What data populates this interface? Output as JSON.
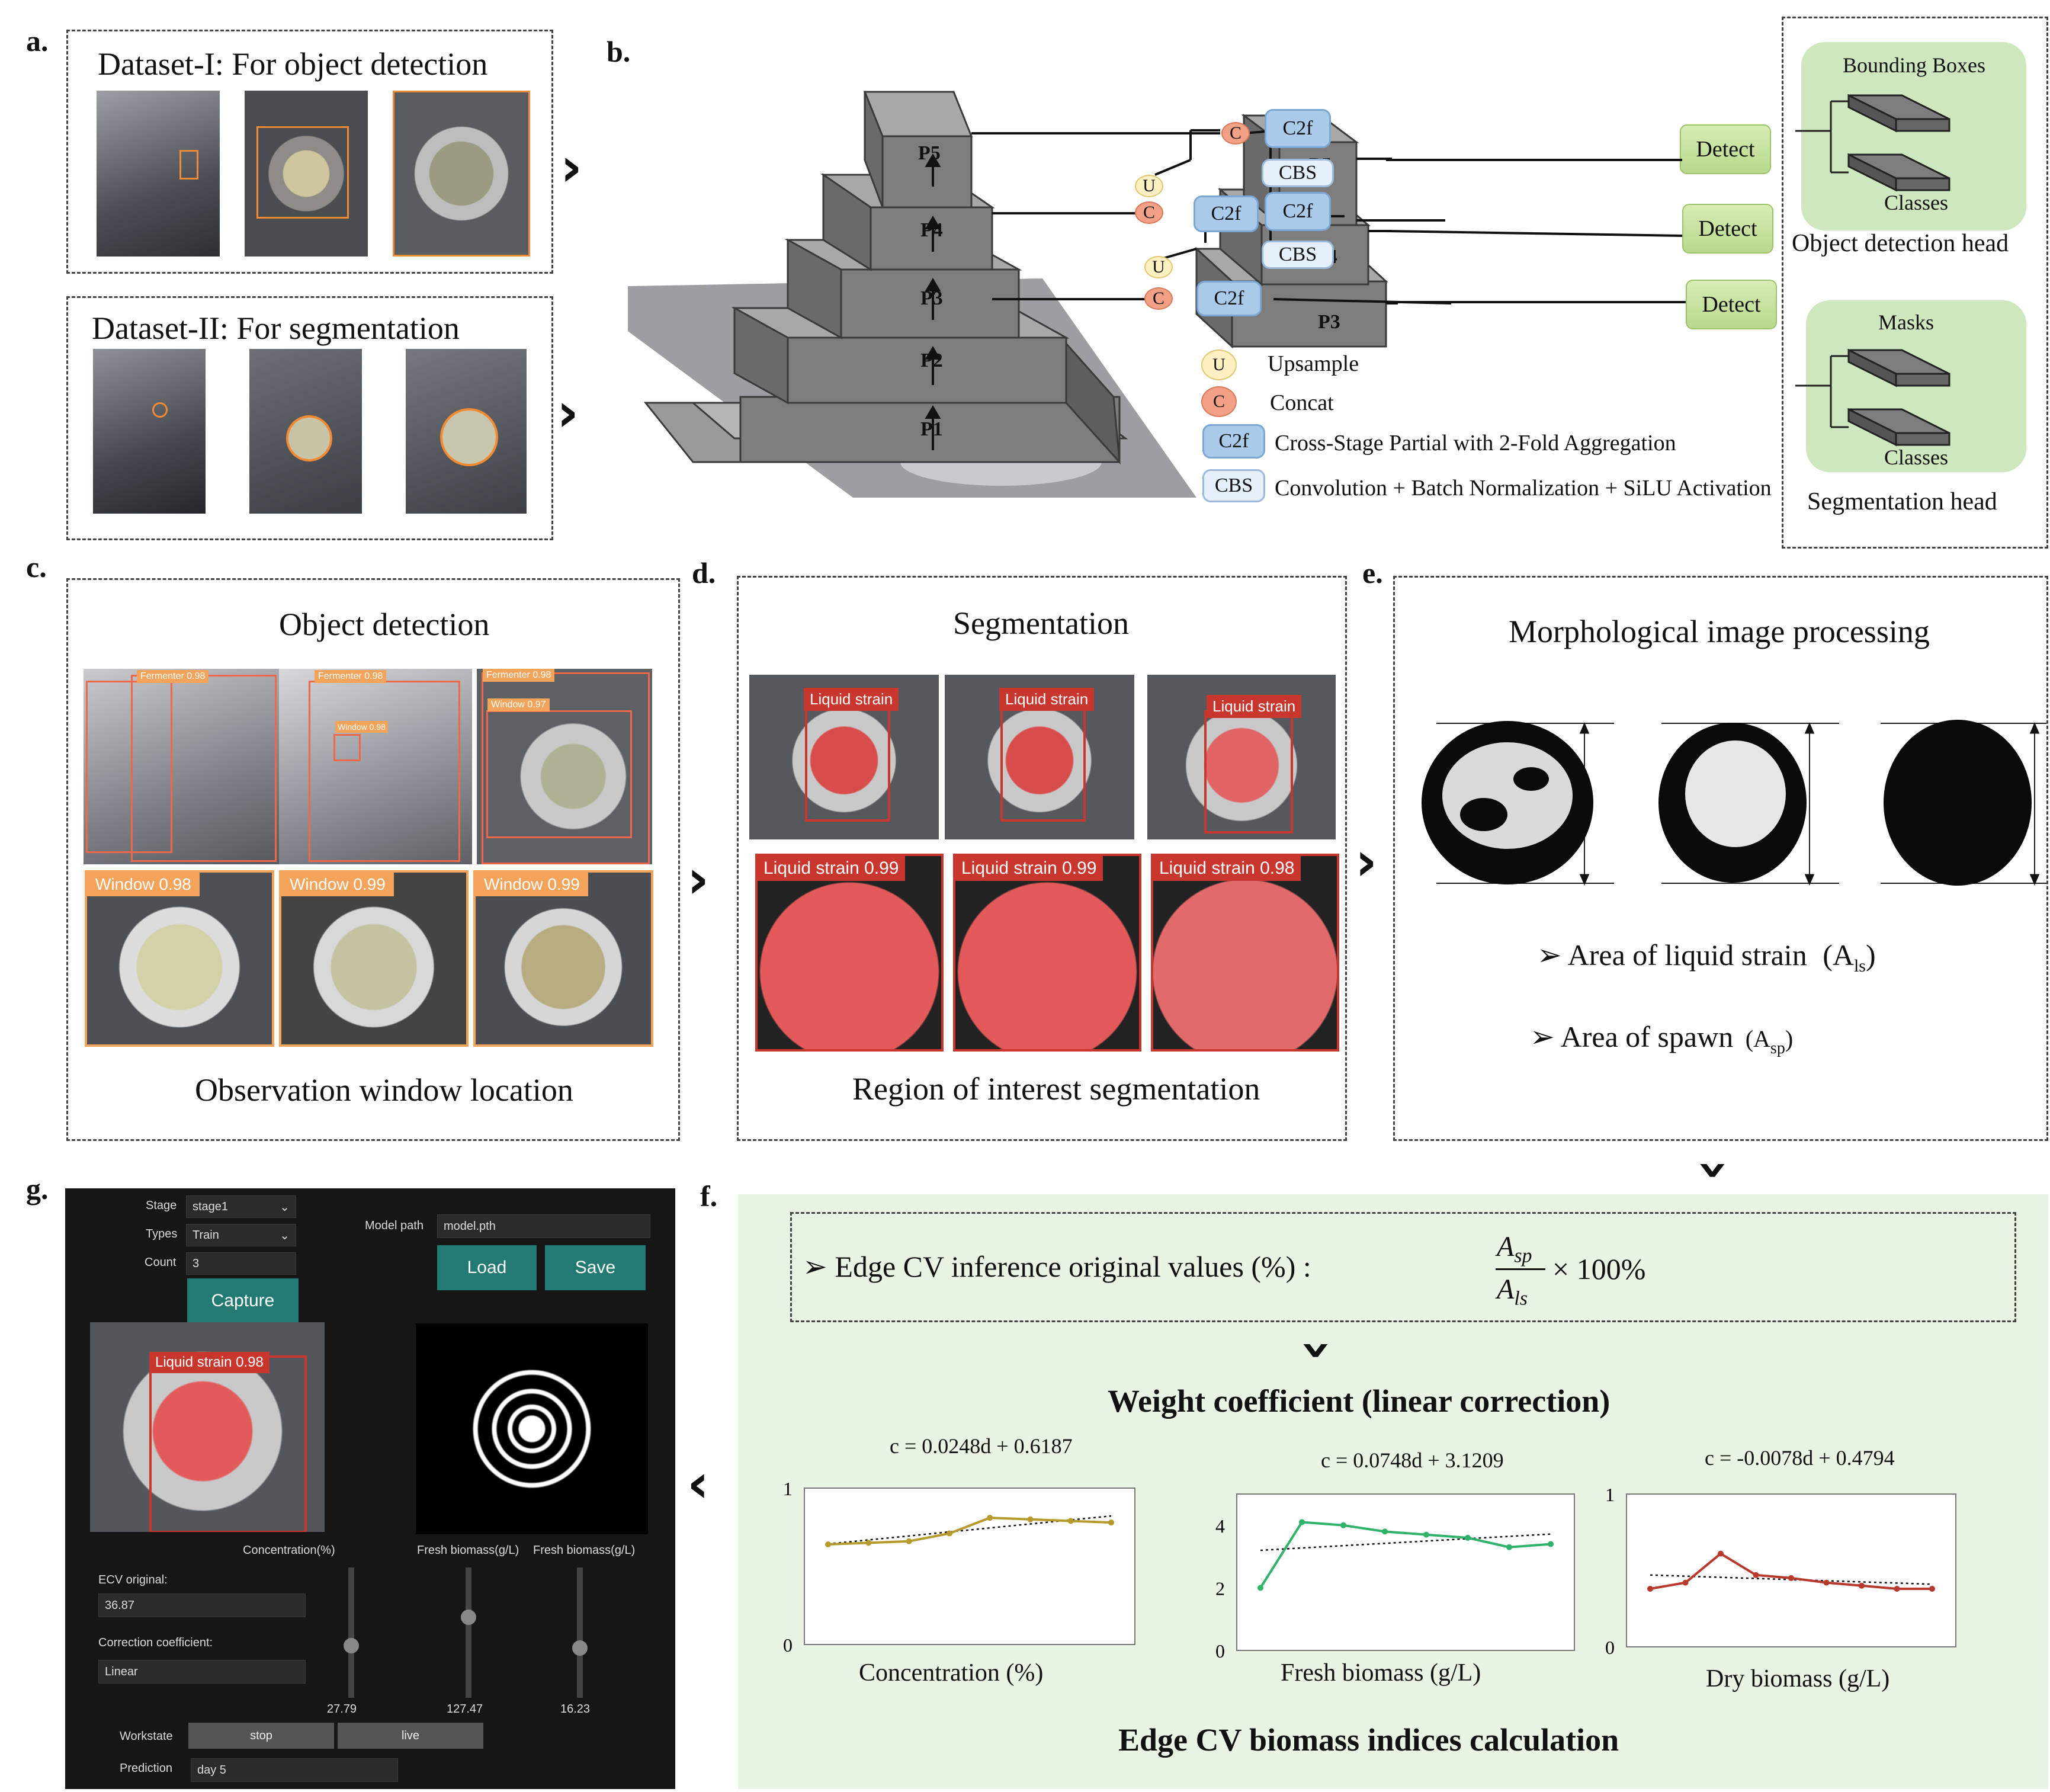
{
  "panels": {
    "a": {
      "label": "a.",
      "dataset1_title": "Dataset-I: For object detection",
      "dataset2_title": "Dataset-II: For segmentation"
    },
    "b": {
      "label": "b.",
      "backbone_levels": [
        "P5",
        "P4",
        "P3",
        "P2",
        "P1"
      ],
      "neck_levels": [
        "P5",
        "P4",
        "P3"
      ],
      "u_label": "U",
      "c_label": "C",
      "c2f_label": "C2f",
      "cbs_label": "CBS",
      "detect_label": "Detect",
      "legend": [
        {
          "key": "U",
          "text": "Upsample"
        },
        {
          "key": "C",
          "text": "Concat"
        },
        {
          "key": "C2f",
          "text": "Cross-Stage Partial with 2-Fold Aggregation"
        },
        {
          "key": "CBS",
          "text": "Convolution + Batch Normalization + SiLU Activation"
        }
      ],
      "detection_head": {
        "top": "Bounding Boxes",
        "bottom": "Classes",
        "caption": "Object detection head"
      },
      "segmentation_head": {
        "top": "Masks",
        "bottom": "Classes",
        "caption": "Segmentation head"
      }
    },
    "c": {
      "label": "c.",
      "title": "Object detection",
      "caption": "Observation window location",
      "top_labels": [
        "Fermenter 0.98",
        "Window 0.98",
        "Fermenter 0.98",
        "Window 0.97"
      ],
      "window_labels": [
        "Window 0.98",
        "Window 0.99",
        "Window 0.99"
      ]
    },
    "d": {
      "label": "d.",
      "title": "Segmentation",
      "caption": "Region of interest segmentation",
      "top_label": "Liquid strain",
      "bottom_labels": [
        "Liquid strain 0.99",
        "Liquid strain 0.99",
        "Liquid strain 0.98"
      ]
    },
    "e": {
      "label": "e.",
      "title": "Morphological image processing",
      "bullet1": "Area of liquid strain",
      "bullet1_sym": "(A",
      "bullet1_sub": "ls",
      "bullet1_end": ")",
      "bullet2": "Area of spawn",
      "bullet2_sym": "(A",
      "bullet2_sub": "sp",
      "bullet2_end": ")"
    },
    "f": {
      "label": "f.",
      "formula_label": "Edge CV inference original values (%) :",
      "formula_num": "A",
      "formula_num_sub": "sp",
      "formula_den": "A",
      "formula_den_sub": "ls",
      "formula_tail": "× 100%",
      "weight_title": "Weight  coefficient (linear correction)",
      "bottom_title": "Edge CV biomass indices calculation"
    },
    "g": {
      "label": "g.",
      "stage_label": "Stage",
      "stage_value": "stage1",
      "types_label": "Types",
      "types_value": "Train",
      "count_label": "Count",
      "count_value": "3",
      "capture": "Capture",
      "model_path_label": "Model path",
      "model_path_value": "model.pth",
      "load": "Load",
      "save": "Save",
      "detect_label": "Liquid strain 0.98",
      "ecv_label": "ECV original:",
      "ecv_value": "36.87",
      "corr_label": "Correction  coefficient:",
      "corr_value": "Linear",
      "slider_headers": [
        "Concentration(%)",
        "Fresh biomass(g/L)",
        "Fresh biomass(g/L)"
      ],
      "slider_values": [
        "27.79",
        "127.47",
        "16.23"
      ],
      "slider_levels": [
        0.4,
        0.62,
        0.38
      ],
      "workstate_label": "Workstate",
      "stop": "stop",
      "live": "live",
      "prediction_label": "Prediction",
      "prediction_value": "day 5"
    }
  },
  "chart_data": [
    {
      "type": "line",
      "title": "c = 0.0248d + 0.6187",
      "xlabel": "Concentration (%)",
      "ylim": [
        0,
        1
      ],
      "yticks": [
        "0",
        "1"
      ],
      "x": [
        1,
        2,
        3,
        4,
        5,
        6,
        7,
        8
      ],
      "values": [
        0.64,
        0.65,
        0.66,
        0.71,
        0.81,
        0.8,
        0.79,
        0.78
      ],
      "trend": [
        0.643,
        0.822
      ],
      "color": "#b79a2c"
    },
    {
      "type": "line",
      "title": "c = 0.0748d + 3.1209",
      "xlabel": "Fresh biomass (g/L)",
      "ylim": [
        0,
        5
      ],
      "yticks": [
        "0",
        "2",
        "4"
      ],
      "x": [
        1,
        2,
        3,
        4,
        5,
        6,
        7,
        8
      ],
      "values": [
        2.0,
        4.1,
        4.0,
        3.8,
        3.7,
        3.6,
        3.3,
        3.4
      ],
      "trend": [
        3.2,
        3.72
      ],
      "color": "#2fb26a"
    },
    {
      "type": "line",
      "title": "c = -0.0078d + 0.4794",
      "xlabel": "Dry biomass (g/L)",
      "ylim": [
        0,
        1
      ],
      "yticks": [
        "0",
        "1"
      ],
      "x": [
        1,
        2,
        3,
        4,
        5,
        6,
        7,
        8,
        9
      ],
      "values": [
        0.38,
        0.42,
        0.61,
        0.47,
        0.45,
        0.42,
        0.4,
        0.38,
        0.38
      ],
      "trend": [
        0.47,
        0.41
      ],
      "color": "#b83a2e"
    }
  ]
}
